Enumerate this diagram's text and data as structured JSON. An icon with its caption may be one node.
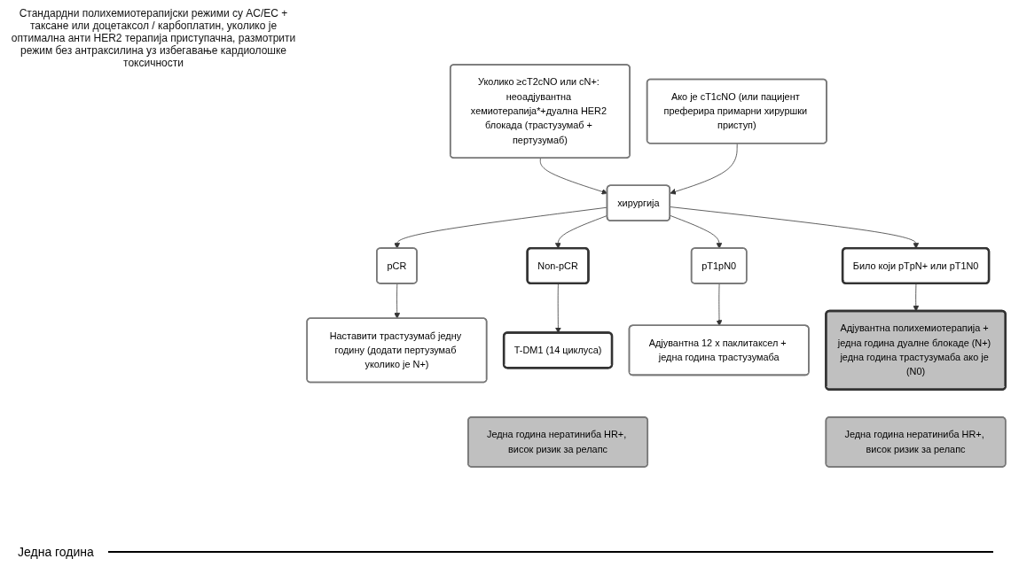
{
  "diagram": {
    "nodes": [
      {
        "text": [
          "Уколико ≥cT2cNO или cN+: неоадјувантна хемиотерапија*+дуална HER2 блокада (трастузумаб + пертузумаб)"
        ]
      },
      {
        "text": [
          "Ако је cT1cNO (или пацијент преферира примарни хируршки приступ)"
        ]
      },
      {
        "text": [
          "хирургија"
        ]
      },
      {
        "text": [
          "pCR"
        ]
      },
      {
        "text": [
          "Non-pCR"
        ]
      },
      {
        "text": [
          "pT1pN0"
        ]
      },
      {
        "text": [
          "Било који pTpN+ или pT1N0"
        ]
      },
      {
        "text": [
          "Наставити трастузумаб једну годину (додати пертузумаб уколико је N+)"
        ]
      },
      {
        "text": [
          "T-DM1 (14 циклуса)"
        ]
      },
      {
        "text": [
          "Адјувантна 12 x паклитаксел + једна година трастузумаба"
        ]
      },
      {
        "text": [
          "Адјувантна полихемиотерапија + једна година дуалне блокаде (N+) једна година трастузумаба ако је (N0)"
        ]
      },
      {
        "text": [
          "Једна година нератиниба HR+, висок ризик за релапс"
        ]
      },
      {
        "text": [
          "Једна година нератиниба HR+, висок ризик за релапс"
        ]
      }
    ],
    "edges": [
      {
        "from": 0,
        "to": 2,
        "arrow": "to"
      },
      {
        "from": 1,
        "to": 2,
        "arrow": "to"
      },
      {
        "from": 2,
        "to": 3,
        "arrow": "to"
      },
      {
        "from": 2,
        "to": 4,
        "arrow": "to"
      },
      {
        "from": 2,
        "to": 5,
        "arrow": "to"
      },
      {
        "from": 2,
        "to": 6,
        "arrow": "to"
      },
      {
        "from": 3,
        "to": 7,
        "arrow": "to"
      },
      {
        "from": 4,
        "to": 8,
        "arrow": "to"
      },
      {
        "from": 5,
        "to": 9,
        "arrow": "to"
      },
      {
        "from": 6,
        "to": 10,
        "arrow": "to"
      }
    ],
    "labels": [
      "Стандардни полихемиотерапијски режими су AC/EC + таксане или доцетаксол / карбоплатин, уколико је оптимална анти HER2 терапија приступачна, размотрити режим без антраксилина уз избегавање кардиолошке токсичности",
      "Једна година"
    ]
  }
}
